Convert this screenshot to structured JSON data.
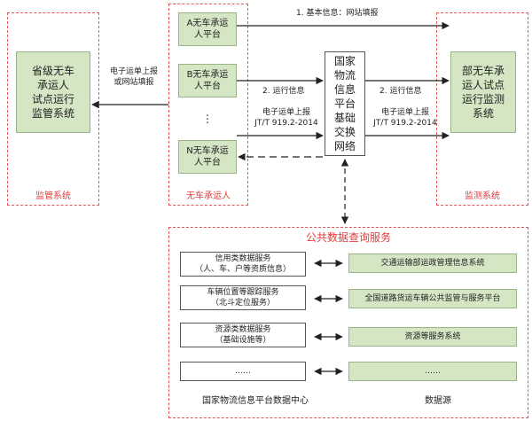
{
  "supervision": {
    "system_label": "省级无车\n承运人\n试点运行\n监管系统",
    "footer": "监管系统"
  },
  "carriers": {
    "a": "A无车承运\n人平台",
    "b": "B无车承运\n人平台",
    "dots": "⋮",
    "n": "N无车承运\n人平台",
    "footer": "无车承运人"
  },
  "hub": {
    "label": "国家\n物流\n信息\n平台\n基础\n交换\n网络"
  },
  "monitoring": {
    "system_label": "部无车承\n运人试点\n运行监测\n系统",
    "footer": "监测系统"
  },
  "arrows": {
    "basic_info": "1. 基本信息：网站填报",
    "left_report": "电子运单上报\n或网站填报",
    "run_info_left": "2. 运行信息",
    "waybill_left": "电子运单上报\nJT/T 919.2-2014",
    "run_info_right": "2. 运行信息",
    "waybill_right": "电子运单上报\nJT/T 919.2-2014"
  },
  "public": {
    "title": "公共数据查询服务",
    "services": [
      "信用类数据服务\n（人、车、户等资质信息）",
      "车辆位置等跟踪服务\n（北斗定位服务）",
      "资源类数据服务\n（基础设施等）",
      "……"
    ],
    "sources": [
      "交通运输部运政管理信息系统",
      "全国道路货运车辆公共监管与服务平台",
      "资源等服务系统",
      "……"
    ],
    "footer_left": "国家物流信息平台数据中心",
    "footer_right": "数据源"
  }
}
